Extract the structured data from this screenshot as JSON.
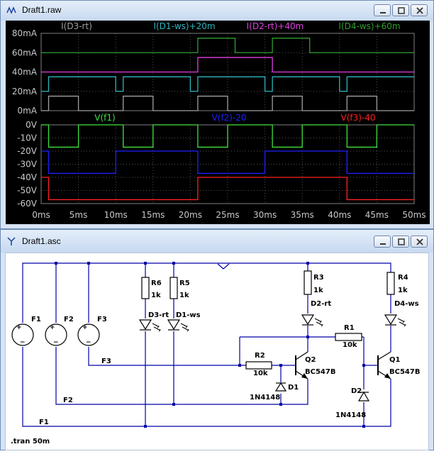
{
  "waveform_window": {
    "title": "Draft1.raw",
    "traces_top": [
      {
        "label": "I(D3-rt)",
        "color": "#a0a0a0"
      },
      {
        "label": "I(D1-ws)+20m",
        "color": "#2cb5c0"
      },
      {
        "label": "I(D2-rt)+40m",
        "color": "#e040e0"
      },
      {
        "label": "I(D4-ws)+60m",
        "color": "#2e9e2e"
      }
    ],
    "traces_bottom": [
      {
        "label": "V(f1)",
        "color": "#40e040"
      },
      {
        "label": "V(f2)-20",
        "color": "#2020ff"
      },
      {
        "label": "V(f3)-40",
        "color": "#ff2020"
      }
    ],
    "y_ticks_top": [
      "80mA",
      "60mA",
      "40mA",
      "20mA",
      "0mA"
    ],
    "y_ticks_bottom": [
      "0V",
      "-10V",
      "-20V",
      "-30V",
      "-40V",
      "-50V",
      "-60V"
    ],
    "x_ticks": [
      "0ms",
      "5ms",
      "10ms",
      "15ms",
      "20ms",
      "25ms",
      "30ms",
      "35ms",
      "40ms",
      "45ms",
      "50ms"
    ]
  },
  "chart_data": [
    {
      "type": "line",
      "ylabel": "",
      "xlim": [
        0,
        50
      ],
      "ylim": [
        0,
        80
      ],
      "series": [
        {
          "name": "I(D3-rt)",
          "x": [
            0,
            1,
            1,
            5,
            5,
            6,
            6,
            10,
            10,
            11,
            11,
            15,
            15,
            16,
            16,
            20,
            20,
            21,
            21,
            25,
            25,
            26,
            26,
            30,
            30,
            31,
            31,
            35,
            35,
            36,
            36,
            40,
            40,
            41,
            41,
            45,
            45,
            46,
            46,
            50
          ],
          "y": [
            0,
            0,
            15,
            15,
            0,
            0,
            0,
            0,
            0,
            0,
            15,
            15,
            0,
            0,
            0,
            0,
            0,
            0,
            15,
            15,
            0,
            0,
            0,
            0,
            0,
            0,
            15,
            15,
            0,
            0,
            0,
            0,
            0,
            0,
            15,
            15,
            0,
            0,
            0,
            0
          ]
        },
        {
          "name": "I(D1-ws)+20m",
          "x": [
            0,
            1,
            1,
            10,
            10,
            11,
            11,
            20,
            20,
            21,
            21,
            30,
            30,
            31,
            31,
            40,
            40,
            41,
            41,
            50
          ],
          "y": [
            20,
            20,
            35,
            35,
            20,
            20,
            35,
            35,
            20,
            20,
            35,
            35,
            20,
            20,
            35,
            35,
            20,
            20,
            35,
            35
          ]
        },
        {
          "name": "I(D2-rt)+40m",
          "x": [
            0,
            21,
            21,
            31,
            31,
            50
          ],
          "y": [
            40,
            40,
            55,
            55,
            40,
            40
          ]
        },
        {
          "name": "I(D4-ws)+60m",
          "x": [
            0,
            21,
            21,
            26,
            26,
            31,
            31,
            36,
            36,
            50
          ],
          "y": [
            60,
            60,
            75,
            75,
            60,
            60,
            75,
            75,
            60,
            60
          ]
        }
      ]
    },
    {
      "type": "line",
      "ylabel": "",
      "xlim": [
        0,
        50
      ],
      "ylim": [
        -60,
        0
      ],
      "series": [
        {
          "name": "V(f1)",
          "x": [
            0,
            1,
            1,
            5,
            5,
            11,
            11,
            15,
            15,
            21,
            21,
            25,
            25,
            31,
            31,
            35,
            35,
            41,
            41,
            45,
            45,
            50
          ],
          "y": [
            0,
            0,
            -17,
            -17,
            0,
            0,
            -17,
            -17,
            0,
            0,
            -17,
            -17,
            0,
            0,
            -17,
            -17,
            0,
            0,
            -17,
            -17,
            0,
            0
          ]
        },
        {
          "name": "V(f2)-20",
          "x": [
            0,
            1,
            1,
            10,
            10,
            21,
            21,
            30,
            30,
            41,
            41,
            50
          ],
          "y": [
            -20,
            -20,
            -37,
            -37,
            -20,
            -20,
            -37,
            -37,
            -20,
            -20,
            -37,
            -37
          ]
        },
        {
          "name": "V(f3)-40",
          "x": [
            0,
            1,
            1,
            21,
            21,
            41,
            41,
            50
          ],
          "y": [
            -40,
            -40,
            -57,
            -57,
            -40,
            -40,
            -57,
            -57
          ]
        }
      ]
    }
  ],
  "schematic_window": {
    "title": "Draft1.asc",
    "sources": [
      "F1",
      "F2",
      "F3"
    ],
    "resistors": [
      {
        "name": "R6",
        "value": "1k"
      },
      {
        "name": "R5",
        "value": "1k"
      },
      {
        "name": "R3",
        "value": "1k"
      },
      {
        "name": "R4",
        "value": "1k"
      },
      {
        "name": "R2",
        "value": "10k"
      },
      {
        "name": "R1",
        "value": "10k"
      }
    ],
    "leds": [
      "D3-rt",
      "D1-ws",
      "D2-rt",
      "D4-ws"
    ],
    "transistors": [
      {
        "name": "Q2",
        "model": "BC547B"
      },
      {
        "name": "Q1",
        "model": "BC547B"
      }
    ],
    "diodes": [
      {
        "name": "D1",
        "model": "1N4148"
      },
      {
        "name": "D2",
        "model": "1N4148"
      }
    ],
    "nets": [
      "F3",
      "F2",
      "F1"
    ],
    "directive": ".tran 50m"
  }
}
